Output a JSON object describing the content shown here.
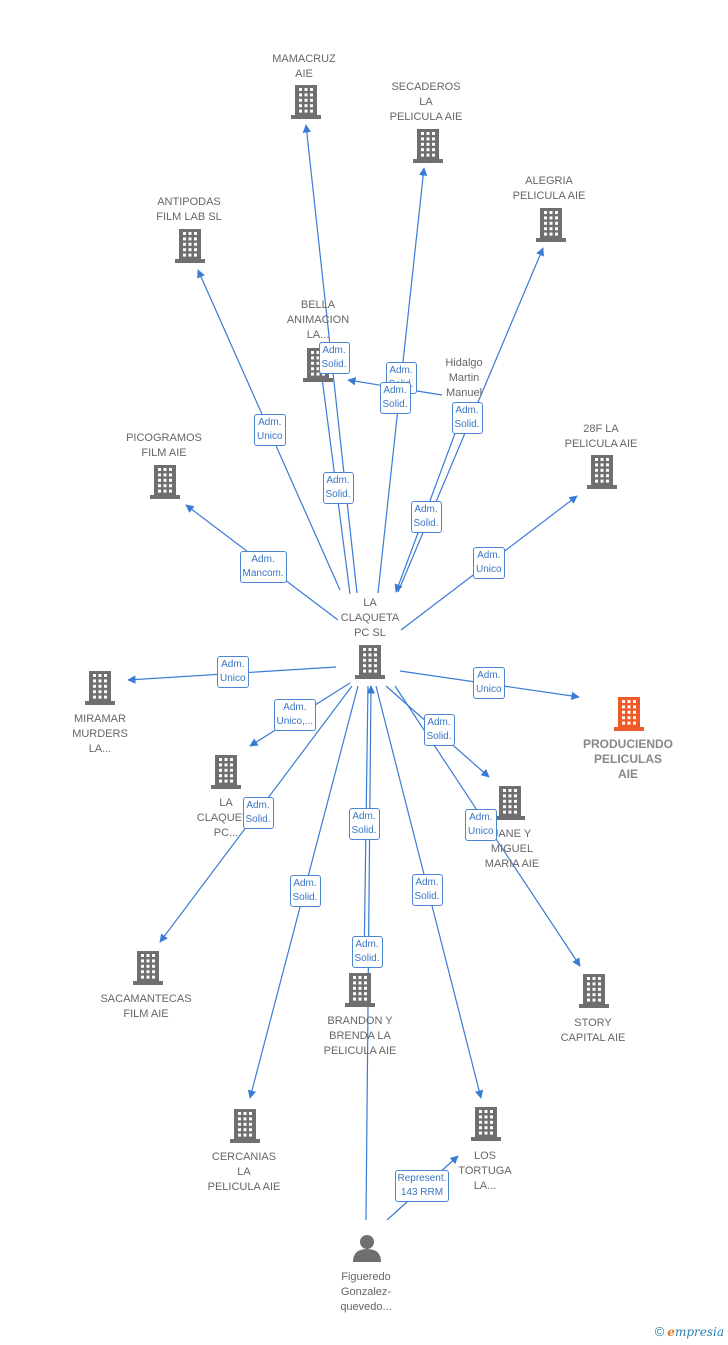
{
  "nodes": [
    {
      "id": "claqueta",
      "label": "LA\nCLAQUETA\nPC SL",
      "kind": "company"
    },
    {
      "id": "mamacruz",
      "label": "MAMACRUZ\nAIE",
      "kind": "company"
    },
    {
      "id": "secaderos",
      "label": "SECADEROS\nLA\nPELICULA  AIE",
      "kind": "company"
    },
    {
      "id": "alegria",
      "label": "ALEGRIA\nPELICULA AIE",
      "kind": "company"
    },
    {
      "id": "antipodas",
      "label": "ANTIPODAS\nFILM LAB  SL",
      "kind": "company"
    },
    {
      "id": "bella",
      "label": "BELLA\nANIMACION\nLA...",
      "kind": "company"
    },
    {
      "id": "hidalgo",
      "label": "Hidalgo\nMartin\nManuel",
      "kind": "person"
    },
    {
      "id": "picogramos",
      "label": "PICOGRAMOS\nFILM AIE",
      "kind": "company"
    },
    {
      "id": "28f",
      "label": "28F LA\nPELICULA  AIE",
      "kind": "company"
    },
    {
      "id": "miramar",
      "label": "MIRAMAR\nMURDERS\nLA...",
      "kind": "company"
    },
    {
      "id": "produciendo",
      "label": "PRODUCIENDO\nPELICULAS\nAIE",
      "kind": "company",
      "focus": true
    },
    {
      "id": "claqueta2",
      "label": "LA\nCLAQUETA\nPC...",
      "kind": "company"
    },
    {
      "id": "jane",
      "label": "JANE Y\nMIGUEL\nMARIA  AIE",
      "kind": "company"
    },
    {
      "id": "sacamantecas",
      "label": "SACAMANTECAS\nFILM  AIE",
      "kind": "company"
    },
    {
      "id": "brandon",
      "label": "BRANDON Y\nBRENDA LA\nPELICULA  AIE",
      "kind": "company"
    },
    {
      "id": "story",
      "label": "STORY\nCAPITAL  AIE",
      "kind": "company"
    },
    {
      "id": "cercanias",
      "label": "CERCANIAS\nLA\nPELICULA AIE",
      "kind": "company"
    },
    {
      "id": "tortuga",
      "label": "LOS\nTORTUGA\nLA...",
      "kind": "company"
    },
    {
      "id": "figueredo",
      "label": "Figueredo\nGonzalez-\nquevedo...",
      "kind": "person"
    }
  ],
  "edges": [
    {
      "from": "claqueta",
      "to": "mamacruz",
      "label": "Adm.\nSolid."
    },
    {
      "from": "claqueta",
      "to": "secaderos",
      "label": "Adm.\nSolid."
    },
    {
      "from": "claqueta",
      "to": "antipodas",
      "label": "Adm.\nUnico"
    },
    {
      "from": "claqueta",
      "to": "bella",
      "label": "Adm.\nSolid."
    },
    {
      "from": "hidalgo",
      "to": "bella",
      "label": "Adm.\nSolid."
    },
    {
      "from": "hidalgo",
      "to": "claqueta",
      "label": "Adm.\nSolid."
    },
    {
      "from": "claqueta",
      "to": "alegria",
      "label": "Adm.\nSolid."
    },
    {
      "from": "claqueta",
      "to": "picogramos",
      "label": "Adm.\nMancom."
    },
    {
      "from": "claqueta",
      "to": "28f",
      "label": "Adm.\nUnico"
    },
    {
      "from": "claqueta",
      "to": "miramar",
      "label": "Adm.\nUnico"
    },
    {
      "from": "claqueta",
      "to": "produciendo",
      "label": "Adm.\nUnico"
    },
    {
      "from": "claqueta",
      "to": "claqueta2",
      "label": "Adm.\nUnico,..."
    },
    {
      "from": "claqueta",
      "to": "jane",
      "label": "Adm.\nSolid."
    },
    {
      "from": "claqueta",
      "to": "story",
      "label": "Adm.\nUnico"
    },
    {
      "from": "claqueta",
      "to": "sacamantecas",
      "label": "Adm.\nSolid."
    },
    {
      "from": "claqueta",
      "to": "brandon",
      "label": "Adm.\nSolid."
    },
    {
      "from": "claqueta",
      "to": "cercanias",
      "label": "Adm.\nSolid."
    },
    {
      "from": "claqueta",
      "to": "tortuga",
      "label": "Adm.\nSolid."
    },
    {
      "from": "figueredo",
      "to": "claqueta",
      "label": "Adm.\nSolid."
    },
    {
      "from": "figueredo",
      "to": "tortuga",
      "label": "Represent.\n143 RRM"
    }
  ],
  "colors": {
    "edge": "#3a7bd5",
    "building": "#6f6f6f",
    "focus_building": "#f05a28",
    "person": "#6f6f6f"
  },
  "footer": {
    "copyright": "©",
    "brand_initial": "e",
    "brand_rest": "mpresia"
  }
}
